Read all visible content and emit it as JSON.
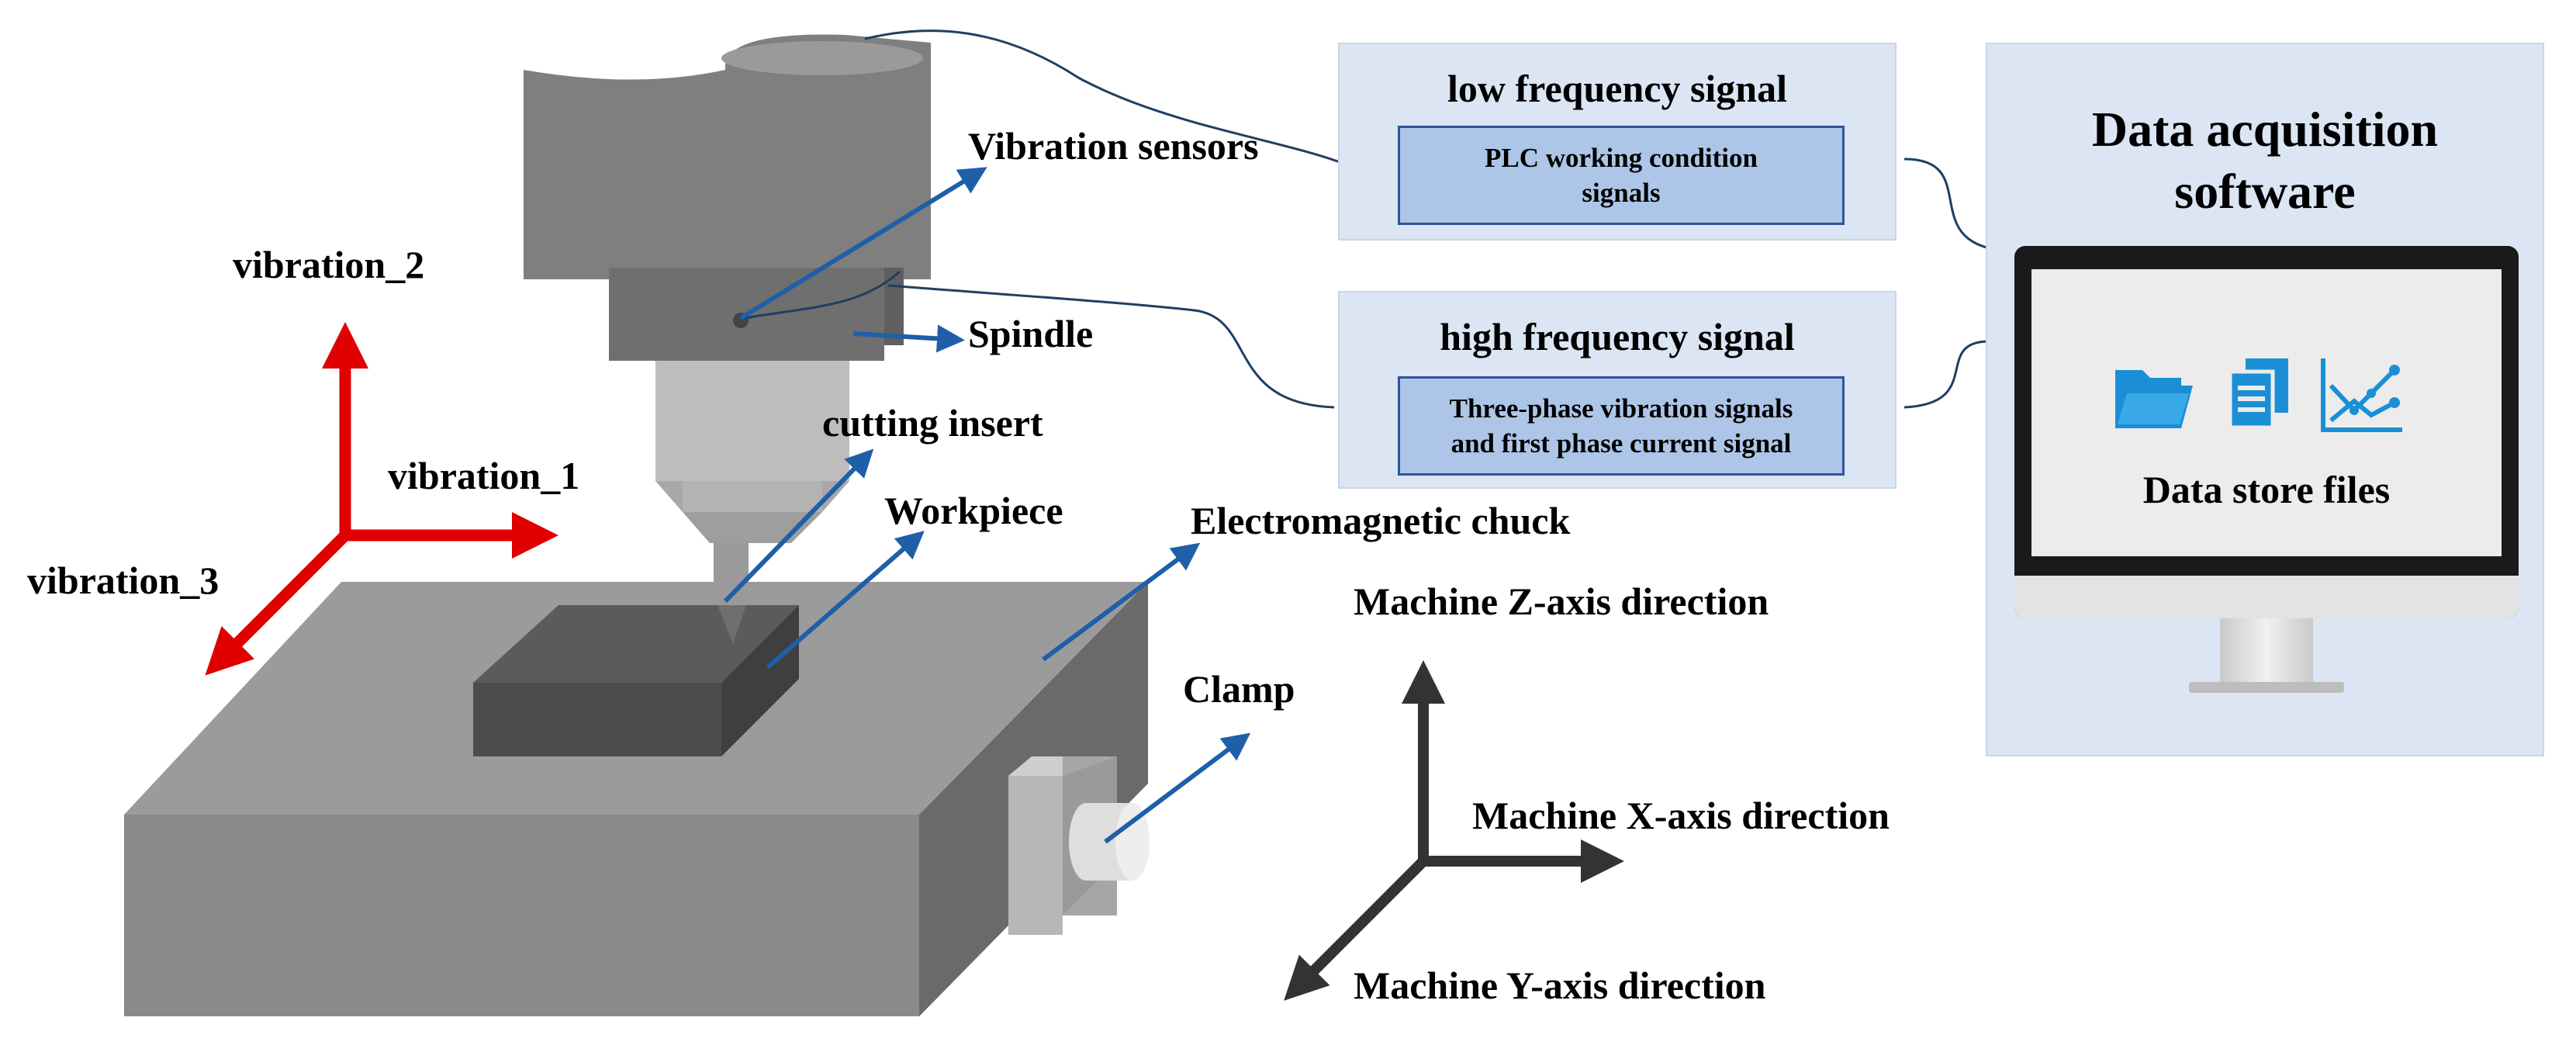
{
  "labels": {
    "vibration_sensors": "Vibration sensors",
    "spindle": "Spindle",
    "cutting_insert": "cutting insert",
    "workpiece": "Workpiece",
    "electromagnetic_chuck": "Electromagnetic chuck",
    "clamp": "Clamp",
    "vibration_1": "vibration_1",
    "vibration_2": "vibration_2",
    "vibration_3": "vibration_3",
    "machine_z": "Machine Z-axis direction",
    "machine_x": "Machine X-axis direction",
    "machine_y": "Machine Y-axis direction"
  },
  "low_panel": {
    "title": "low frequency signal",
    "content_line1": "PLC working condition",
    "content_line2": "signals"
  },
  "high_panel": {
    "title": "high frequency signal",
    "content_line1": "Three-phase vibration signals",
    "content_line2": "and first phase current signal"
  },
  "daq": {
    "title_line1": "Data acquisition",
    "title_line2": "software",
    "files_label": "Data store files",
    "icons": [
      "folder-icon",
      "copy-files-icon",
      "line-chart-icon"
    ]
  },
  "colors": {
    "vibration_axes": "#e00000",
    "machine_axes": "#333333",
    "callout_arrows": "#1f5fa8",
    "panel_bg": "#dbe5f4",
    "inner_box": "#adc6e8",
    "icon_blue": "#1b8fd6"
  }
}
